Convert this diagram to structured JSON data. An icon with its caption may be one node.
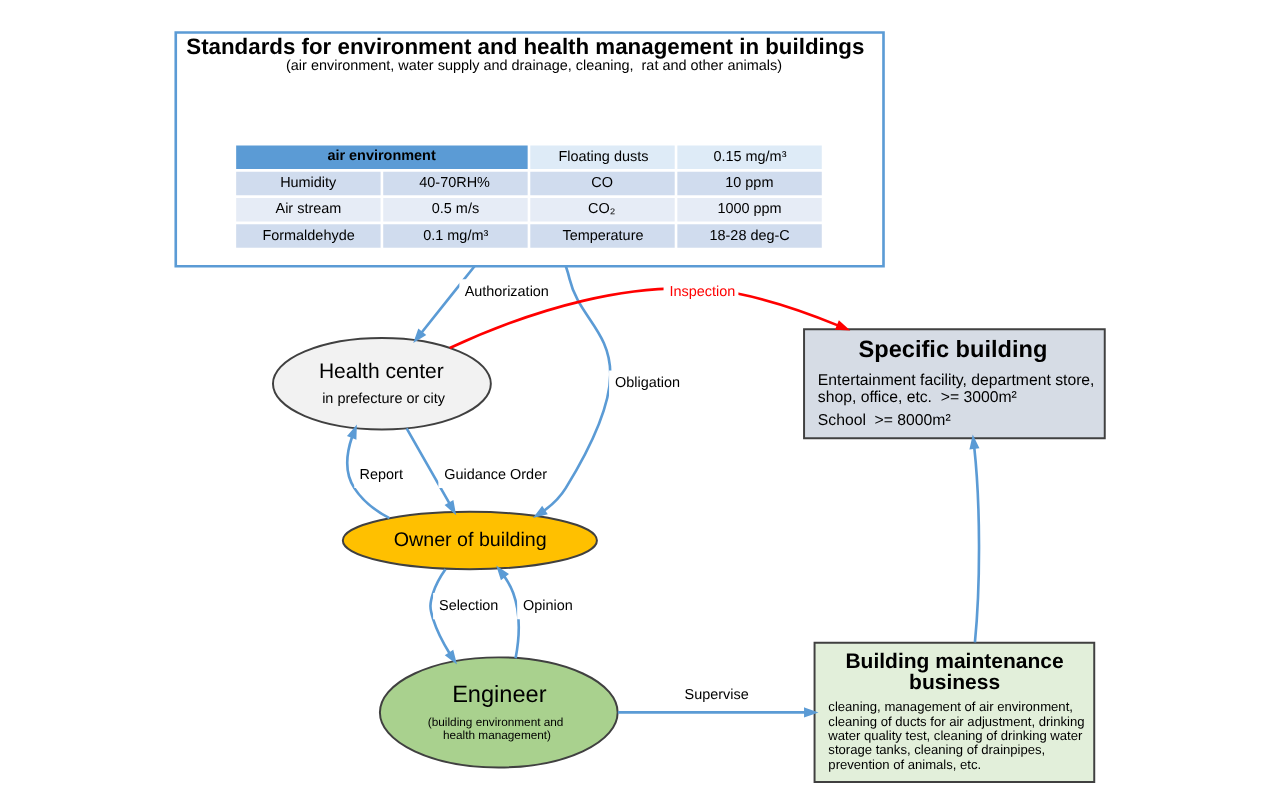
{
  "diagram": {
    "nodes": [
      {
        "text": [
          "Standards for environment and health management in buildings",
          "(air environment, water supply and drainage, cleaning,  rat and other animals)"
        ]
      },
      {
        "text": [
          "Health center",
          "in prefecture or city"
        ]
      },
      {
        "text": [
          "Owner of building"
        ]
      },
      {
        "text": [
          "Engineer",
          "(building environment and health management)"
        ]
      },
      {
        "text": [
          "Specific building",
          "Entertainment facility, department store, shop, office, etc.  >= 3000m²",
          "School  >= 8000m²"
        ]
      },
      {
        "text": [
          "Building maintenance business",
          "cleaning, management of air environment, cleaning of ducts for air adjustment, drinking water quality test, cleaning of drinking water storage tanks, cleaning of drainpipes, prevention of animals, etc."
        ]
      }
    ],
    "edges": [
      {
        "from": 0,
        "to": 1,
        "arrow": "to",
        "label": "Authorization"
      },
      {
        "from": 0,
        "to": 2,
        "arrow": "to",
        "label": "Obligation"
      },
      {
        "from": 1,
        "to": 4,
        "arrow": "to",
        "label": "Inspection",
        "color": "#ff0000"
      },
      {
        "from": 1,
        "to": 2,
        "arrow": "to",
        "label": "Guidance Order"
      },
      {
        "from": 2,
        "to": 1,
        "arrow": "to",
        "label": "Report"
      },
      {
        "from": 2,
        "to": 3,
        "arrow": "to",
        "label": "Selection"
      },
      {
        "from": 3,
        "to": 2,
        "arrow": "to",
        "label": "Opinion"
      },
      {
        "from": 3,
        "to": 5,
        "arrow": "to",
        "label": "Supervise"
      },
      {
        "from": 5,
        "to": 4,
        "arrow": "to"
      }
    ],
    "labels": [
      "air environment",
      "Floating dusts",
      "0.15 mg/m³",
      "Humidity",
      "40-70RH%",
      "CO",
      "10 ppm",
      "Air stream",
      "0.5 m/s",
      "CO₂",
      "1000 ppm",
      "Formaldehyde",
      "0.1 mg/m³",
      "Temperature",
      "18-28 deg-C"
    ]
  }
}
